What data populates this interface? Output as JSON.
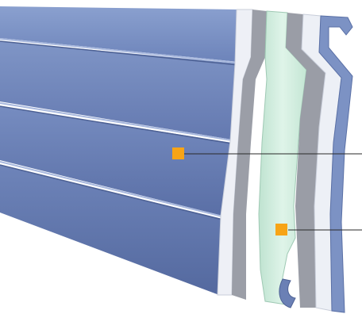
{
  "image": {
    "subject": "slat-cross-section",
    "colors": {
      "panel_top": "#7d93c4",
      "panel_mid": "#6f86bb",
      "panel_dark": "#5a70a6",
      "white_layer": "#e9ecf4",
      "grey_layer": "#9a9da6",
      "foam_core": "#cdebdc",
      "marker": "#f7a416",
      "leader_line": "#2a2a2a"
    }
  },
  "callouts": [
    {
      "name": "callout-marker-upper",
      "icon": "orange-square"
    },
    {
      "name": "callout-marker-lower",
      "icon": "orange-square"
    }
  ]
}
